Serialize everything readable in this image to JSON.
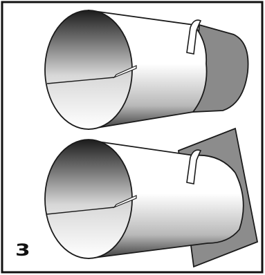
{
  "step_label": "3",
  "colors": {
    "frame": "#111111",
    "outline": "#1a1a1a",
    "cap_grey": "#8a8a8a",
    "plate_grey": "#8c8c8c",
    "gradient_light": "#ffffff",
    "gradient_dark": "#1c1c1c"
  },
  "figures": [
    {
      "name": "sleeve-over-round-cap",
      "backing": "round-cap"
    },
    {
      "name": "sleeve-over-square-plate",
      "backing": "square-plate"
    }
  ]
}
